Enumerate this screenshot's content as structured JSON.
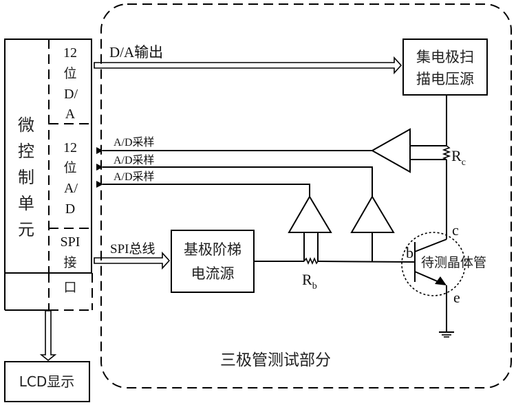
{
  "mcu": {
    "title_chars": [
      "微",
      "控",
      "制",
      "单",
      "元"
    ],
    "da_port": [
      "12",
      "位",
      "D/",
      "A"
    ],
    "ad_port": [
      "12",
      "位",
      "A/",
      "D"
    ],
    "spi_port": [
      "SPI",
      "接",
      "口"
    ]
  },
  "lcd": {
    "label": "LCD显示"
  },
  "signals": {
    "da_output": "D/A输出",
    "ad_sample_1": "A/D采样",
    "ad_sample_2": "A/D采样",
    "ad_sample_3": "A/D采样",
    "spi_bus": "SPI总线"
  },
  "collector_source": {
    "line1": "集电极扫",
    "line2": "描电压源"
  },
  "base_source": {
    "line1": "基极阶梯",
    "line2": "电流源"
  },
  "resistors": {
    "rc": {
      "main": "R",
      "sub": "c"
    },
    "rb": {
      "main": "R",
      "sub": "b"
    }
  },
  "transistor": {
    "label": "待测晶体管",
    "pin_b": "b",
    "pin_c": "c",
    "pin_e": "e"
  },
  "test_section": {
    "label": "三极管测试部分"
  }
}
